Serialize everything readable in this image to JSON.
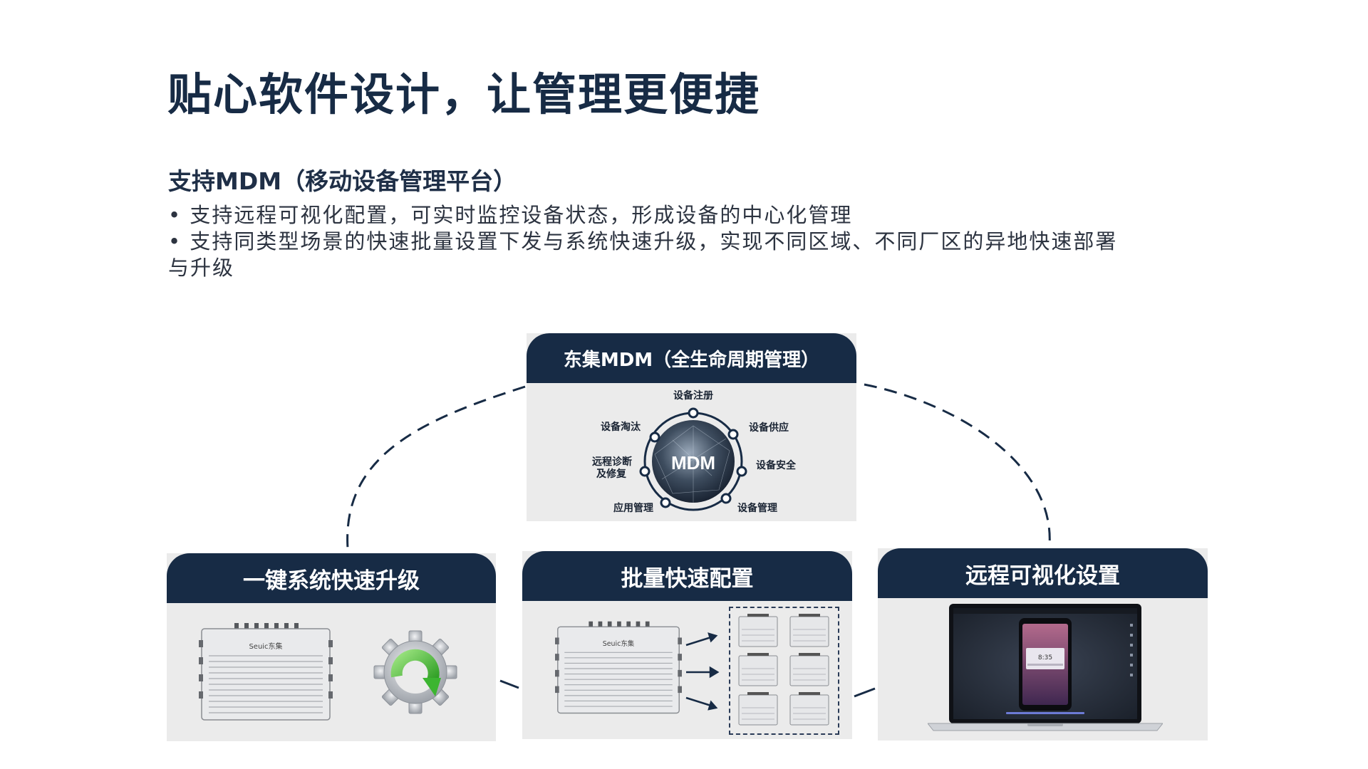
{
  "header": {
    "title": "贴心软件设计，让管理更便捷",
    "subtitle": "支持MDM（移动设备管理平台）"
  },
  "bullets": [
    "• 支持远程可视化配置，可实时监控设备状态，形成设备的中心化管理",
    "• 支持同类型场景的快速批量设置下发与系统快速升级，实现不同区域、不同厂区的异地快速部署与升级"
  ],
  "mdm_panel": {
    "title": "东集MDM（全生命周期管理）",
    "center_label": "MDM",
    "nodes": {
      "register": "设备注册",
      "supply": "设备供应",
      "security": "设备安全",
      "management": "设备管理",
      "app_management": "应用管理",
      "remote_diagnosis_1": "远程诊断",
      "remote_diagnosis_2": "及修复",
      "retire": "设备淘汰"
    }
  },
  "panels": {
    "upgrade": {
      "title": "一键系统快速升级",
      "device_brand": "Seuic东集"
    },
    "batch": {
      "title": "批量快速配置",
      "device_brand": "Seuic东集"
    },
    "remote": {
      "title": "远程可视化设置",
      "screen_time": "8:35"
    }
  },
  "colors": {
    "navy": "#172b45",
    "panel_bg": "#ebebeb",
    "gear_green": "#3cb531",
    "gear_gray": "#b8bcc2"
  }
}
